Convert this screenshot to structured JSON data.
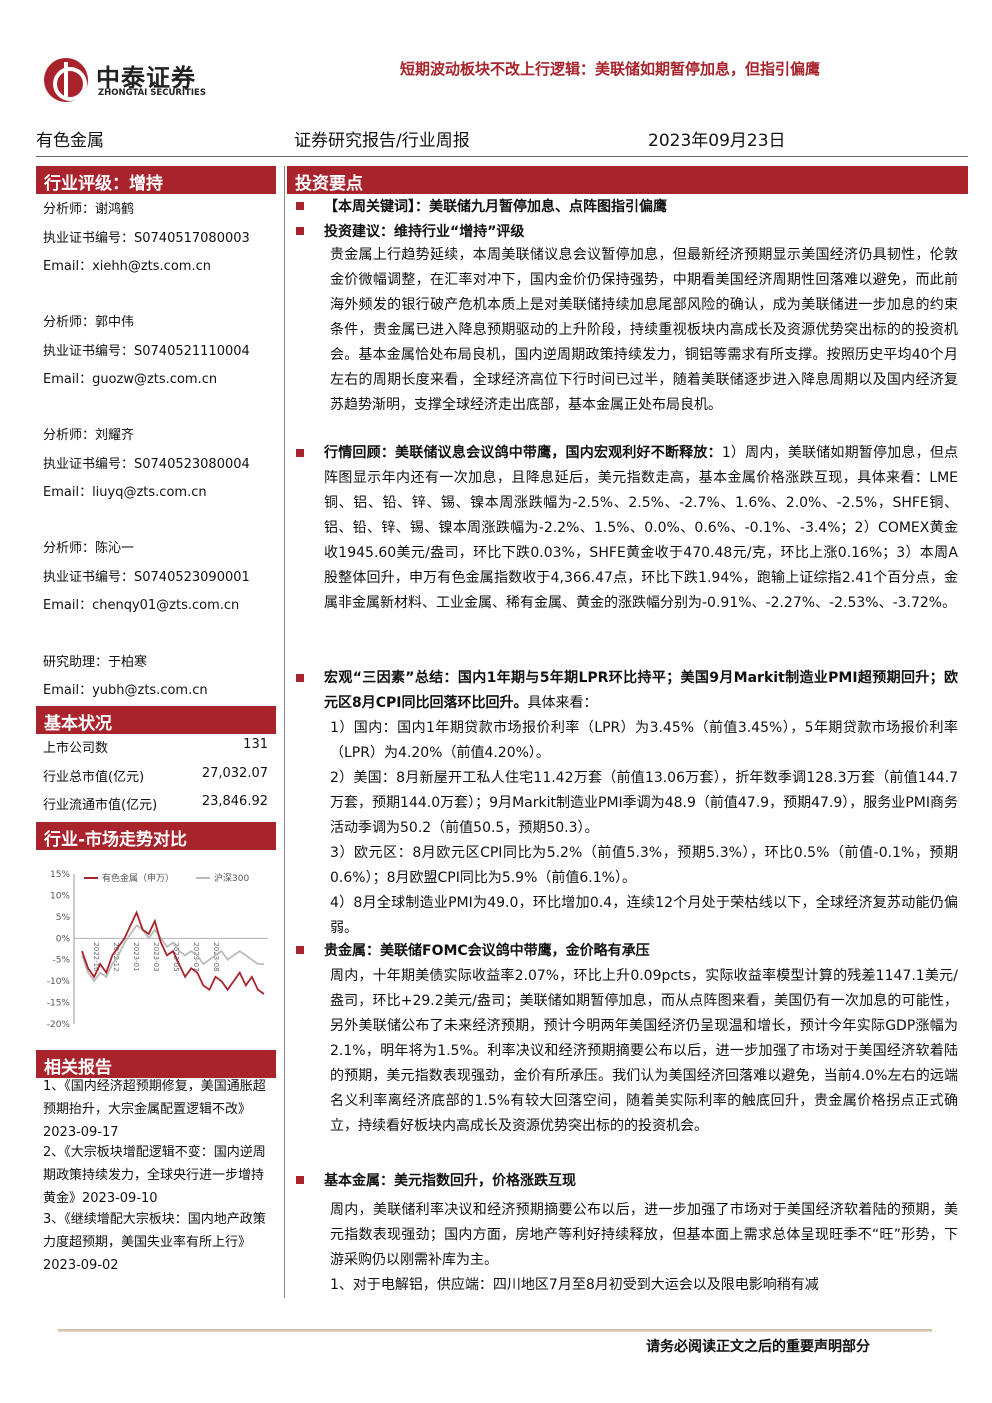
{
  "brand": {
    "name_cn": "中泰证券",
    "name_en": "ZHONGTAI SECURITIES",
    "color": "#a8232c"
  },
  "header": {
    "title": "短期波动板块不改上行逻辑：美联储如期暂停加息，但指引偏鹰",
    "sector": "有色金属",
    "report_type": "证券研究报告/行业周报",
    "date": "2023年09月23日"
  },
  "sidebar": {
    "rating_label": "行业评级：增持",
    "analysts": [
      {
        "name_line": "分析师：谢鸿鹤",
        "cert": "执业证书编号：S0740517080003",
        "email": "Email：xiehh@zts.com.cn"
      },
      {
        "name_line": "分析师：郭中伟",
        "cert": "执业证书编号：S0740521110004",
        "email": "Email：guozw@zts.com.cn"
      },
      {
        "name_line": "分析师：刘耀齐",
        "cert": "执业证书编号：S0740523080004",
        "email": "Email：liuyq@zts.com.cn"
      },
      {
        "name_line": "分析师：陈沁一",
        "cert": "执业证书编号：S0740523090001",
        "email": "Email：chenqy01@zts.com.cn"
      },
      {
        "name_line": "研究助理：于柏寒",
        "cert": "",
        "email": "Email：yubh@zts.com.cn"
      }
    ],
    "basic_title": "基本状况",
    "basic_rows": [
      {
        "label": "上市公司数",
        "value": "131"
      },
      {
        "label": "行业总市值(亿元)",
        "value": "27,032.07"
      },
      {
        "label": "行业流通市值(亿元)",
        "value": "23,846.92"
      }
    ],
    "trend_title": "行业-市场走势对比",
    "related_title": "相关报告",
    "related": [
      "1、《国内经济超预期修复，美国通胀超预期抬升，大宗金属配置逻辑不改》2023-09-17",
      "2、《大宗板块增配逻辑不变：国内逆周期政策持续发力，全球央行进一步增持黄金》2023-09-10",
      "3、《继续增配大宗板块：国内地产政策力度超预期，美国失业率有所上行》2023-09-02"
    ]
  },
  "chart_data": {
    "type": "line",
    "title": "",
    "xlabel": "",
    "ylabel": "",
    "ylim": [
      -20,
      15
    ],
    "yticks": [
      "15%",
      "10%",
      "5%",
      "0%",
      "-5%",
      "-10%",
      "-15%",
      "-20%"
    ],
    "xticks": [
      "2022-10",
      "2022-12",
      "2023-01",
      "2023-03",
      "2023-05",
      "2023-07",
      "2023-08"
    ],
    "grid": false,
    "legend_position": "top",
    "series": [
      {
        "name": "有色金属（申万）",
        "color": "#a8232c",
        "values": [
          -3,
          -7,
          -9,
          -6,
          -8,
          -4,
          -2,
          0,
          3,
          6,
          2,
          1,
          4,
          -1,
          -4,
          -3,
          -6,
          -9,
          -7,
          -8,
          -11,
          -12,
          -9,
          -10,
          -12,
          -10,
          -8,
          -11,
          -9,
          -12,
          -13
        ]
      },
      {
        "name": "沪深300",
        "color": "#bbbbbb",
        "values": [
          -4,
          -8,
          -10,
          -8,
          -9,
          -6,
          -4,
          -1,
          1,
          3,
          2,
          0,
          2,
          0,
          -2,
          -1,
          -3,
          -4,
          -3,
          -4,
          -6,
          -5,
          -4,
          -3,
          -5,
          -4,
          -3,
          -4,
          -5,
          -6,
          -6
        ]
      }
    ]
  },
  "main": {
    "section_title": "投资要点",
    "keyword": "【本周关键词】：美联储九月暂停加息、点阵图指引偏鹰",
    "suggest_head": "投资建议：维持行业“增持”评级",
    "suggest_text": "贵金属上行趋势延续，本周美联储议息会议暂停加息，但最新经济预期显示美国经济仍具韧性，伦敦金价微幅调整，在汇率对冲下，国内金价仍保持强势，中期看美国经济周期性回落难以避免，而此前海外频发的银行破产危机本质上是对美联储持续加息尾部风险的确认，成为美联储进一步加息的约束条件，贵金属已进入降息预期驱动的上升阶段，持续重视板块内高成长及资源优势突出标的的投资机会。基本金属恰处布局良机，国内逆周期政策持续发力，铜铝等需求有所支撑。按照历史平均40个月左右的周期长度来看，全球经济高位下行时间已过半，随着美联储逐步进入降息周期以及国内经济复苏趋势渐明，支撑全球经济走出底部，基本金属正处布局良机。",
    "review_head": "行情回顾：",
    "review_bold": "美联储议息会议鸽中带鹰，国内宏观利好不断释放：",
    "review_text": "1）周内，美联储如期暂停加息，但点阵图显示年内还有一次加息，且降息延后，美元指数走高，基本金属价格涨跌互现，具体来看：LME铜、铝、铅、锌、锡、镍本周涨跌幅为-2.5%、2.5%、-2.7%、1.6%、2.0%、-2.5%，SHFE铜、铝、铅、锌、锡、镍本周涨跌幅为-2.2%、1.5%、0.0%、0.6%、-0.1%、-3.4%；2）COMEX黄金收1945.60美元/盎司，环比下跌0.03%，SHFE黄金收于470.48元/克，环比上涨0.16%；3）本周A股整体回升，申万有色金属指数收于4,366.47点，环比下跌1.94%，跑输上证综指2.41个百分点，金属非金属新材料、工业金属、稀有金属、黄金的涨跌幅分别为-0.91%、-2.27%、-2.53%、-3.72%。",
    "macro_head": "宏观“三因素”总结：国内1年期与5年期LPR环比持平；美国9月Markit制造业PMI超预期回升；欧元区8月CPI同比回落环比回升。",
    "macro_tail": "具体来看：",
    "macro_items": [
      "1）国内：国内1年期贷款市场报价利率（LPR）为3.45%（前值3.45%），5年期贷款市场报价利率（LPR）为4.20%（前值4.20%）。",
      "2）美国：8月新屋开工私人住宅11.42万套（前值13.06万套），折年数季调128.3万套（前值144.7万套，预期144.0万套）；9月Markit制造业PMI季调为48.9（前值47.9，预期47.9），服务业PMI商务活动季调为50.2（前值50.5，预期50.3）。",
      "3）欧元区：8月欧元区CPI同比为5.2%（前值5.3%，预期5.3%），环比0.5%（前值-0.1%，预期0.6%）；8月欧盟CPI同比为5.9%（前值6.1%）。",
      "4）8月全球制造业PMI为49.0，环比增加0.4，连续12个月处于荣枯线以下，全球经济复苏动能仍偏弱。"
    ],
    "precious_head": "贵金属：美联储FOMC会议鸽中带鹰，金价略有承压",
    "precious_text": "周内，十年期美债实际收益率2.07%，环比上升0.09pcts，实际收益率模型计算的残差1147.1美元/盎司，环比+29.2美元/盎司；美联储如期暂停加息，而从点阵图来看，美国仍有一次加息的可能性，另外美联储公布了未来经济预期，预计今明两年美国经济仍呈现温和增长，预计今年实际GDP涨幅为2.1%，明年将为1.5%。利率决议和经济预期摘要公布以后，进一步加强了市场对于美国经济软着陆的预期，美元指数表现强劲，金价有所承压。我们认为美国经济回落难以避免，当前4.0%左右的远端名义利率离经济底部的1.5%有较大回落空间，随着美实际利率的触底回升，贵金属价格拐点正式确立，持续看好板块内高成长及资源优势突出标的的投资机会。",
    "base_head": "基本金属：美元指数回升，价格涨跌互现",
    "base_text": "周内，美联储利率决议和经济预期摘要公布以后，进一步加强了市场对于美国经济软着陆的预期，美元指数表现强劲；国内方面，房地产等利好持续释放，但基本面上需求总体呈现旺季不“旺”形势，下游采购仍以刚需补库为主。",
    "base_item": "1、对于电解铝，供应端：四川地区7月至8月初受到大运会以及限电影响稍有减"
  },
  "footer": {
    "notice": "请务必阅读正文之后的重要声明部分"
  }
}
